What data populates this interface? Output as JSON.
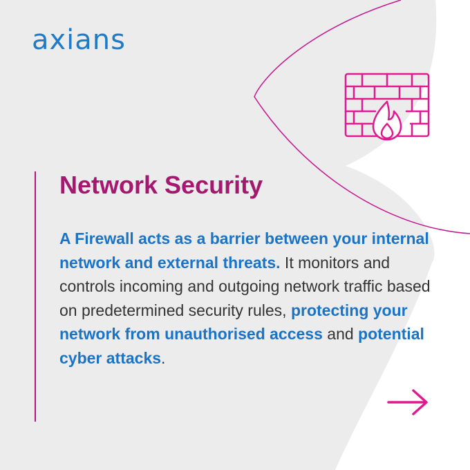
{
  "brand": {
    "logo_text": "axians"
  },
  "heading": "Network Security",
  "body": {
    "seg1": "A Firewall acts as a barrier between your internal network and external threats.",
    "seg2": " It monitors and controls incoming and outgoing network traffic based on predetermined security rules, ",
    "seg3": "protecting your network from unauthorised access",
    "seg4": " and ",
    "seg5": "potential cyber attacks",
    "seg6": "."
  },
  "icons": {
    "firewall": "firewall-icon",
    "arrow": "arrow-right-icon"
  },
  "colors": {
    "brand_blue": "#1f7ac8",
    "highlight_blue": "#1a73c4",
    "magenta": "#a4196f",
    "accent_pink": "#e0198f",
    "background_gray": "#ececec",
    "body_text": "#333333"
  }
}
